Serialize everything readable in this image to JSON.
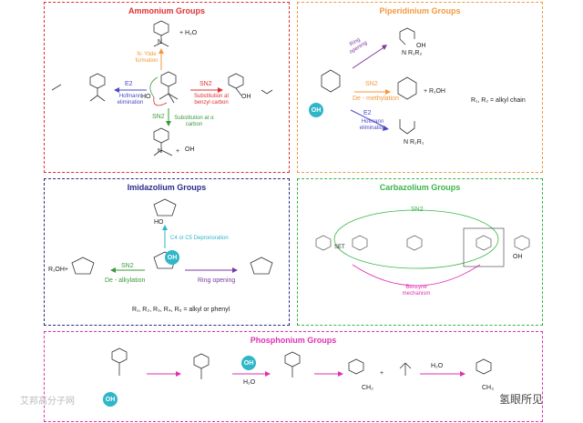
{
  "panels": {
    "ammonium": {
      "title": "Ammonium Groups",
      "color": "#e03030"
    },
    "piperidinium": {
      "title": "Piperidinium Groups",
      "color": "#f29a3c"
    },
    "imidazolium": {
      "title": "Imidazolium Groups",
      "color": "#2a2a8c"
    },
    "carbazolium": {
      "title": "Carbazolium Groups",
      "color": "#39b54a"
    },
    "phosphonium": {
      "title": "Phosphonium Groups",
      "color": "#e030b0"
    }
  },
  "ammonium": {
    "ylide": "N- Ylide formation",
    "h2o": "+ H₂O",
    "e2": "E2",
    "hofmann": "Hofmann elimination",
    "sn2": "SN2",
    "sub_benzyl": "Substitution at benzyl carbon",
    "sn2_alpha": "SN2",
    "sub_alpha": "Substitution at α carbon",
    "ho": "HO",
    "oh": "OH",
    "n": "N",
    "plus": "+"
  },
  "piperidinium": {
    "ring_opening": "Ring opening",
    "sn2": "SN2",
    "demethylation": "De - methylation",
    "r1oh": "+ R₁OH",
    "e2": "E2",
    "hofmann": "Hofmann elimination",
    "r1r2": "R₁, R₂ = alkyl chain",
    "oh": "OH",
    "nr1r2": "N R₁R₂",
    "nr2r1": "N R₂R₁"
  },
  "imidazolium": {
    "c4c5": "C4 or C5 Depronoration",
    "sn2": "SN2",
    "dealkylation": "De - alkylation",
    "ring_opening": "Ring opening",
    "rgroups": "R₁, R₂, R₃, R₄, R₅ = alkyl or phenyl",
    "r1oh": "R₁OH+",
    "oh": "OH",
    "ho": "HO"
  },
  "carbazolium": {
    "sn2": "SN2",
    "set": "SET",
    "benzyne": "Benzyne mechanism",
    "oh": "OH"
  },
  "phosphonium": {
    "oh": "OH",
    "h2o": "H₂O",
    "h2o2": "H₂O",
    "ch2": "CH₂",
    "ch3": "CH₃",
    "plus": "+"
  },
  "watermark": {
    "left": "艾邦高分子网",
    "right": "氢眼所见"
  },
  "colors": {
    "teal": "#2fb6c8",
    "arrow_purple": "#7a3aa0",
    "arrow_blue": "#4a4ac8",
    "arrow_green": "#3a9a3a",
    "arrow_orange": "#f29a3c",
    "arrow_red": "#e03030",
    "arrow_pink": "#e030b0"
  }
}
